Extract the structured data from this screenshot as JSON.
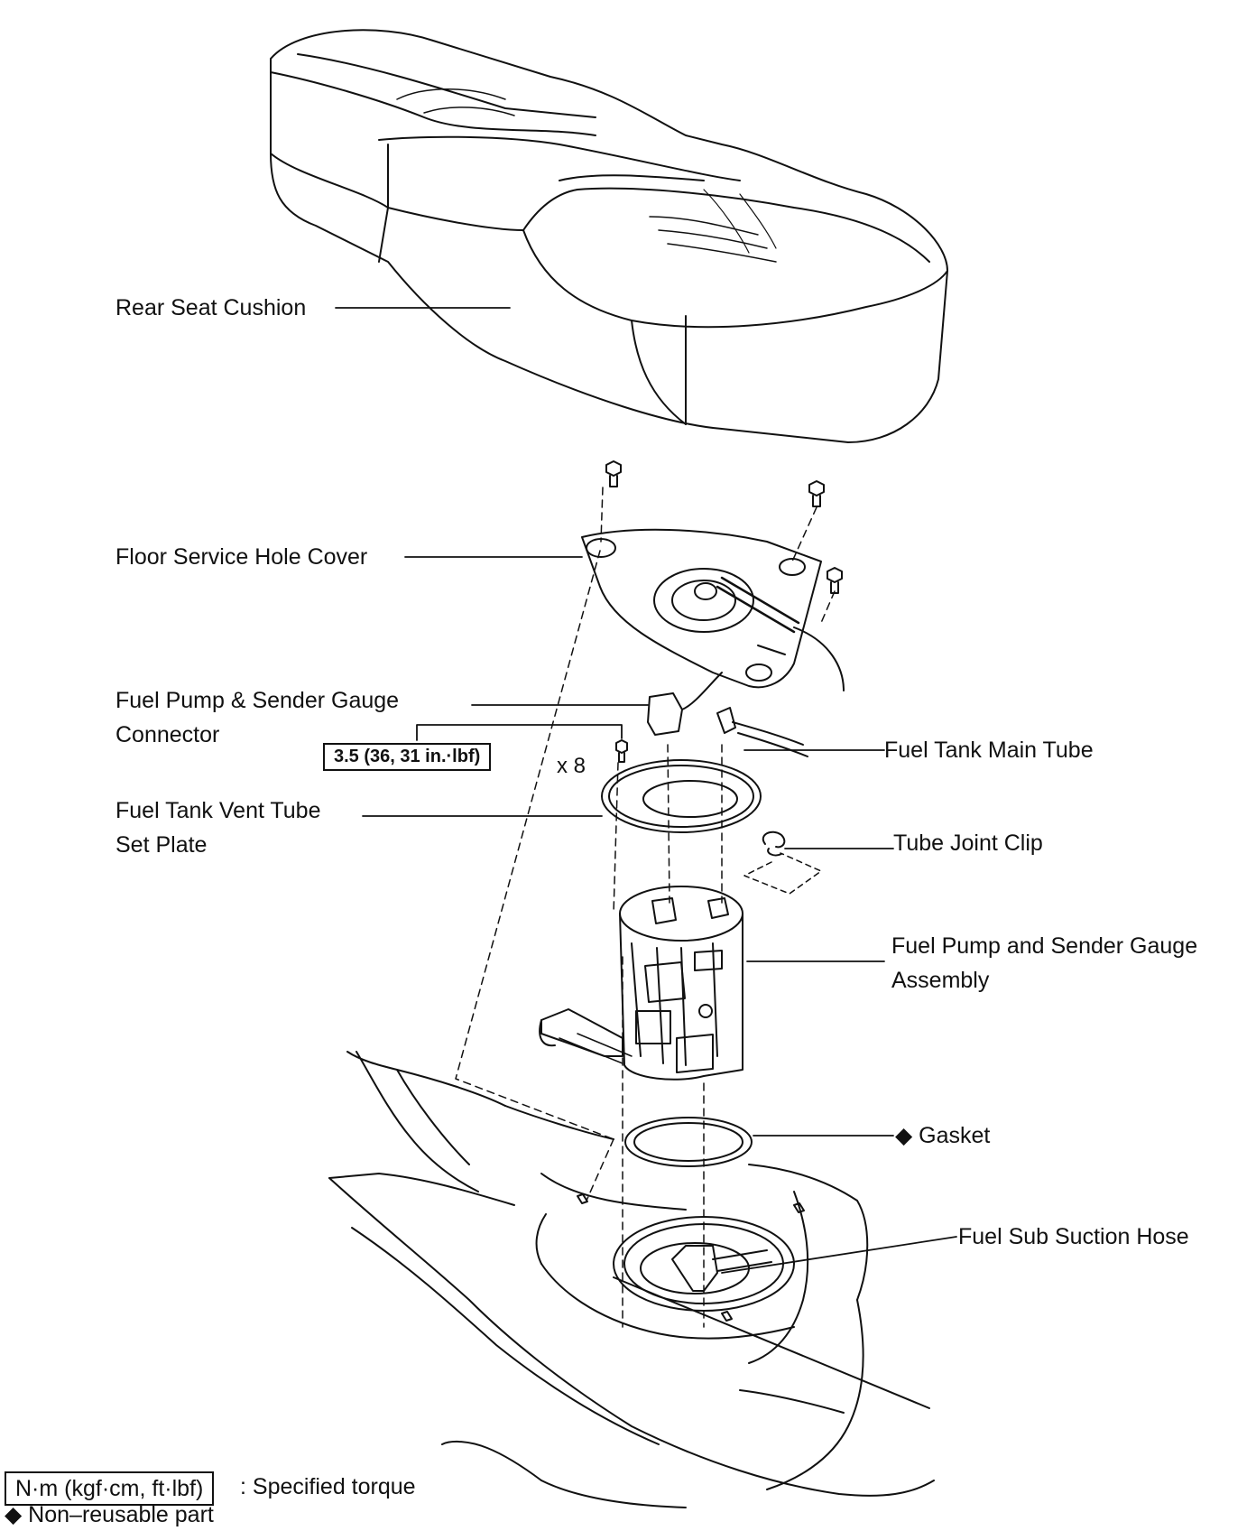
{
  "labels": {
    "rear_seat_cushion": "Rear Seat Cushion",
    "floor_service_hole_cover": "Floor Service Hole Cover",
    "connector_line1": "Fuel Pump & Sender Gauge",
    "connector_line2": "Connector",
    "vent_plate_line1": "Fuel Tank Vent Tube",
    "vent_plate_line2": "Set Plate",
    "main_tube": "Fuel Tank Main Tube",
    "tube_joint_clip": "Tube Joint Clip",
    "assembly_line1": "Fuel Pump and Sender Gauge",
    "assembly_line2": "Assembly",
    "gasket": "◆ Gasket",
    "sub_suction_hose": "Fuel Sub Suction Hose"
  },
  "torque": {
    "value": "3.5 (36, 31 in.·lbf)",
    "quantity": "x 8"
  },
  "legend": {
    "torque_units": "N·m (kgf·cm, ft·lbf)",
    "torque_text": ": Specified torque",
    "nonreusable": "◆ Non–reusable part"
  }
}
